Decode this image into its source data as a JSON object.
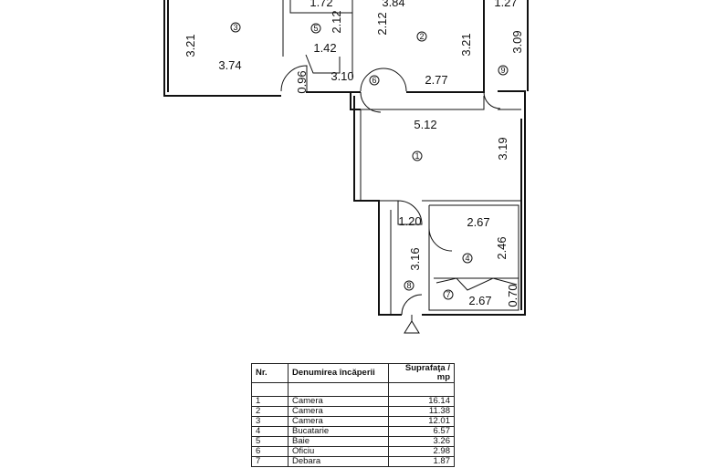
{
  "rooms": [
    {
      "no": "1",
      "dims": [
        "5.12",
        "3.19"
      ]
    },
    {
      "no": "2",
      "dims": [
        "3.84",
        "2.12",
        "3.21",
        "2.77"
      ]
    },
    {
      "no": "3",
      "dims": [
        "3.21",
        "3.74"
      ]
    },
    {
      "no": "4",
      "dims": [
        "2.67",
        "2.46"
      ]
    },
    {
      "no": "5",
      "dims": [
        "1.72",
        "2.12",
        "1.42"
      ]
    },
    {
      "no": "6",
      "dims": [
        "0.96",
        "3.10"
      ]
    },
    {
      "no": "7",
      "dims": [
        "2.67",
        "0.70"
      ]
    },
    {
      "no": "8",
      "dims": [
        "1.20",
        "3.16"
      ]
    },
    {
      "no": "9",
      "dims": [
        "1.27",
        "3.09"
      ]
    }
  ],
  "table": {
    "headers": {
      "nr": "Nr.",
      "name": "Denumirea încăperii",
      "area": "Suprafaţa / mp"
    },
    "rows": [
      {
        "nr": "1",
        "name": "Camera",
        "area": "16.14"
      },
      {
        "nr": "2",
        "name": "Camera",
        "area": "11.38"
      },
      {
        "nr": "3",
        "name": "Camera",
        "area": "12.01"
      },
      {
        "nr": "4",
        "name": "Bucatarie",
        "area": "6.57"
      },
      {
        "nr": "5",
        "name": "Baie",
        "area": "3.26"
      },
      {
        "nr": "6",
        "name": "Oficiu",
        "area": "2.98"
      },
      {
        "nr": "7",
        "name": "Debara",
        "area": "1.87"
      }
    ]
  }
}
